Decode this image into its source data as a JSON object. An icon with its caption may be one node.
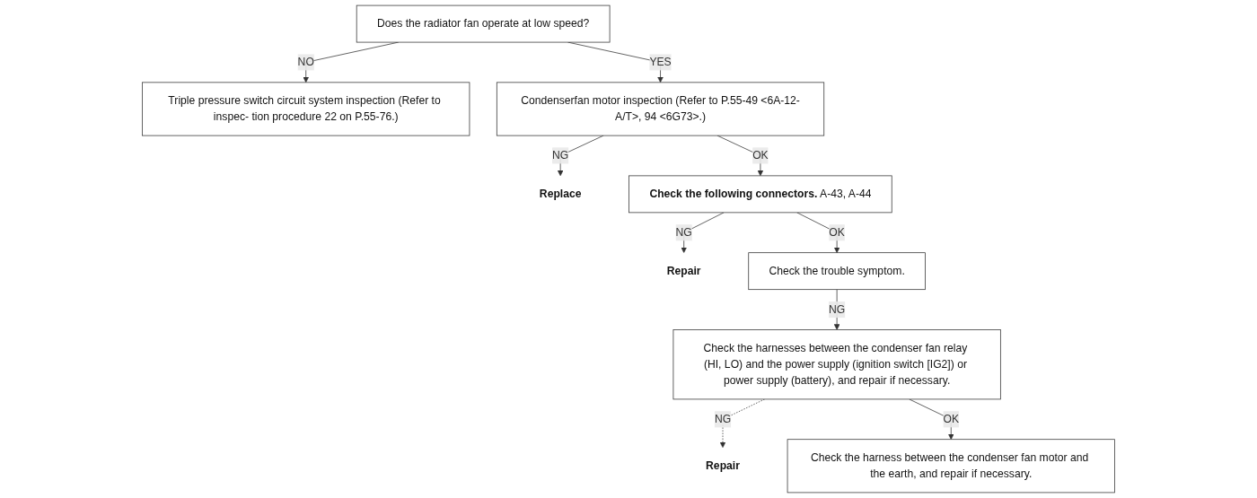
{
  "diagram": {
    "nodes": [
      {
        "text": [
          "Does the radiator fan operate at low speed?"
        ]
      },
      {
        "text": [
          "Triple pressure switch circuit system inspection (Refer to inspec- tion procedure 22 on P.55-76.)"
        ]
      },
      {
        "text": [
          "Condenserfan motor inspection (Refer to P.55-49 <6A-12-A/T>, 94 <6G73>.)"
        ]
      },
      {
        "text": [
          "Replace"
        ]
      },
      {
        "text": [
          "**Check the following connectors.** A-43, A-44"
        ]
      },
      {
        "text": [
          "Repair"
        ]
      },
      {
        "text": [
          "Check the trouble symptom."
        ]
      },
      {
        "text": [
          "Check the harnesses between the condenser fan relay (HI, LO) and the power supply (ignition switch [IG2]) or power supply (battery), and repair if necessary."
        ]
      },
      {
        "text": [
          "Repair"
        ]
      },
      {
        "text": [
          "Check the harness between the condenser fan motor and the earth, and repair if necessary."
        ]
      }
    ],
    "edges": [
      {
        "from": 0,
        "to": 1,
        "arrow": "to",
        "label": "NO"
      },
      {
        "from": 0,
        "to": 2,
        "arrow": "to",
        "label": "YES"
      },
      {
        "from": 2,
        "to": 3,
        "arrow": "to",
        "label": "NG"
      },
      {
        "from": 2,
        "to": 4,
        "arrow": "to",
        "label": "OK"
      },
      {
        "from": 4,
        "to": 5,
        "arrow": "to",
        "label": "NG"
      },
      {
        "from": 4,
        "to": 6,
        "arrow": "to",
        "label": "OK"
      },
      {
        "from": 6,
        "to": 7,
        "arrow": "to",
        "label": "NG"
      },
      {
        "from": 7,
        "to": 8,
        "arrow": "to",
        "label": "NG",
        "style": "dashed"
      },
      {
        "from": 7,
        "to": 9,
        "arrow": "to",
        "label": "OK"
      }
    ]
  }
}
